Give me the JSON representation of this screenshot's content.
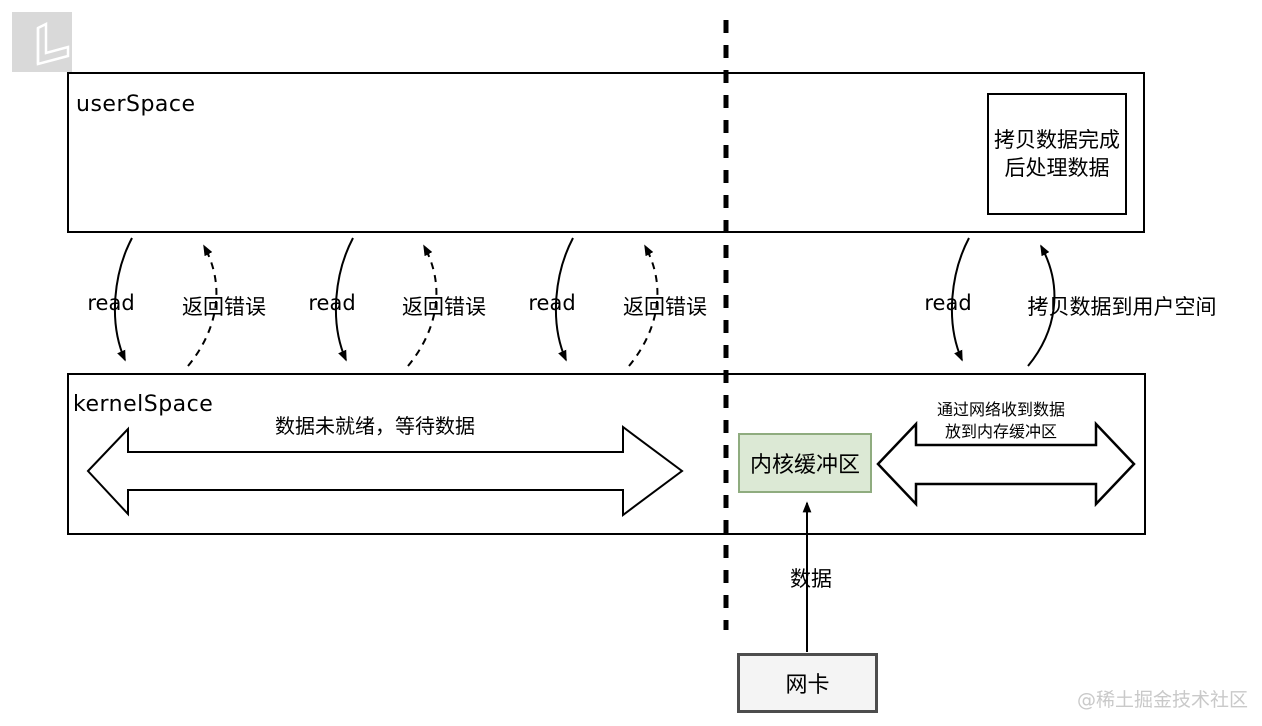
{
  "diagram_title": "non-blocking read I/O model (userSpace / kernelSpace)",
  "colors": {
    "line": "#000000",
    "buffer_fill": "#dce9d5",
    "buffer_border": "#8fac7f",
    "nic_fill": "#f4f4f4",
    "nic_border": "#4d4d4d",
    "logo_bg": "#d9d9d9",
    "watermark": "#c9c9c9"
  },
  "user_space": {
    "label": "userSpace",
    "process_box": {
      "line1": "拷贝数据完成",
      "line2": "后处理数据"
    }
  },
  "syscalls": {
    "read_label": "read",
    "error_label": "返回错误",
    "copy_label": "拷贝数据到用户空间"
  },
  "kernel_space": {
    "label": "kernelSpace",
    "wait_label": "数据未就绪，等待数据",
    "buffer_label": "内核缓冲区",
    "network_label_line1": "通过网络收到数据",
    "network_label_line2": "放到内存缓冲区"
  },
  "network": {
    "data_label": "数据",
    "nic_label": "网卡"
  },
  "watermark": "@稀土掘金技术社区"
}
